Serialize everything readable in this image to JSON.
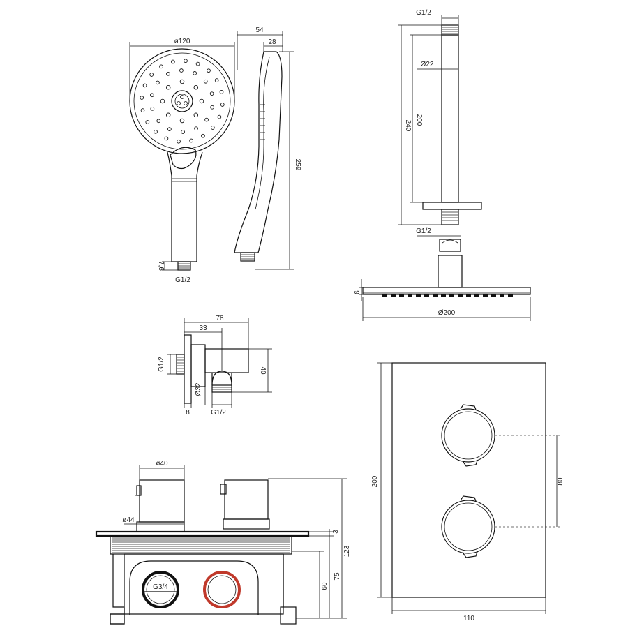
{
  "hand_shower": {
    "dia_label": "ø120",
    "depth_label": "54",
    "head_depth_label": "28",
    "length_label": "259",
    "thread_len_label": "7,6",
    "thread_label": "G1/2"
  },
  "ceiling_arm": {
    "top_thread_label": "G1/2",
    "dia_label": "Ø22",
    "inner_len_label": "200",
    "total_len_label": "240",
    "bottom_thread_label": "G1/2",
    "head_thickness_label": "9",
    "head_dia_label": "Ø200"
  },
  "wall_outlet": {
    "width_label": "78",
    "offset_label": "33",
    "height_label": "40",
    "thread_label": "G1/2",
    "dia_label": "Ø32",
    "depth_label": "8",
    "bottom_thread_label": "G1/2"
  },
  "thermostat_box": {
    "handle_dia_label": "ø40",
    "rosette_dia_label": "ø44",
    "plate_label": "3",
    "total_height_label": "123",
    "depth_label": "75",
    "inlet_height_label": "60",
    "inlet_label": "G3/4"
  },
  "front_plate": {
    "height_label": "200",
    "spacing_label": "80",
    "width_label": "110"
  },
  "colors": {
    "line": "#111111",
    "cold_ring": "#111111",
    "hot_ring": "#c0392b"
  }
}
